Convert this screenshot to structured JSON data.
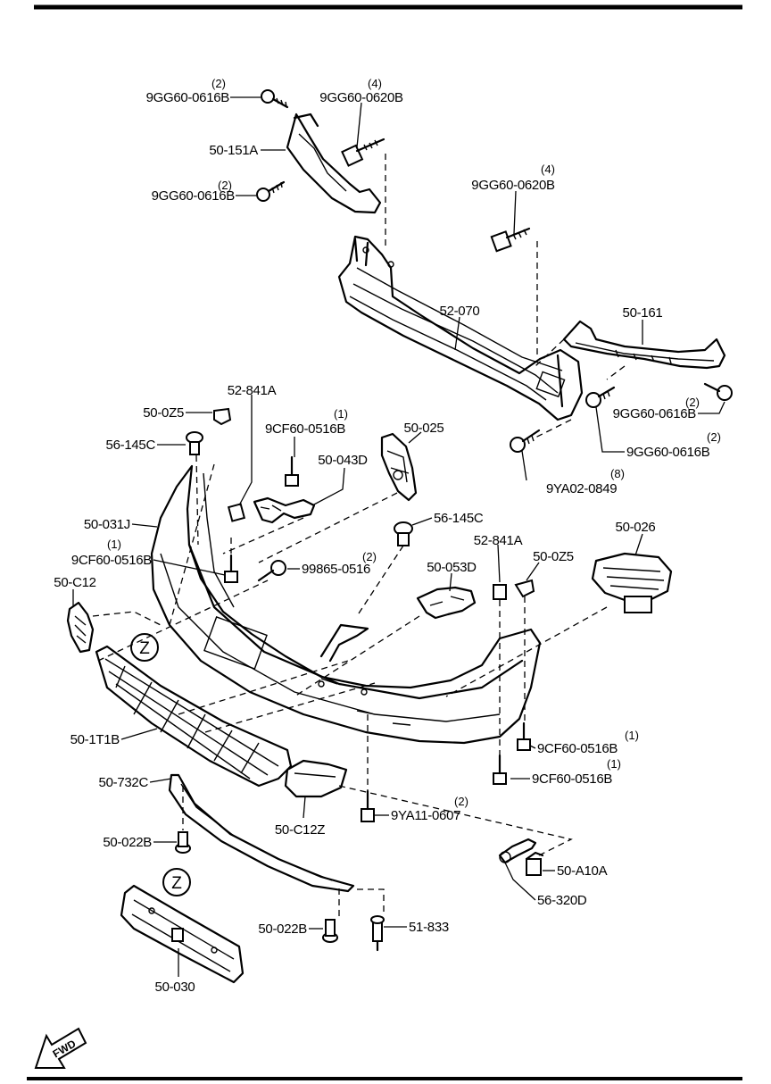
{
  "labels": {
    "p_9GG60_0616B_a": "9GG60-0616B",
    "q_9GG60_0616B_a": "(2)",
    "p_9GG60_0620B_a": "9GG60-0620B",
    "q_9GG60_0620B_a": "(4)",
    "p_50_151A": "50-151A",
    "p_9GG60_0616B_b": "9GG60-0616B",
    "q_9GG60_0616B_b": "(2)",
    "p_9GG60_0620B_b": "9GG60-0620B",
    "q_9GG60_0620B_b": "(4)",
    "p_52_070": "52-070",
    "p_50_161": "50-161",
    "p_9GG60_0616B_c": "9GG60-0616B",
    "q_9GG60_0616B_c": "(2)",
    "p_9GG60_0616B_d": "9GG60-0616B",
    "q_9GG60_0616B_d": "(2)",
    "p_9YA02_0849": "9YA02-0849",
    "q_9YA02_0849": "(8)",
    "p_52_841A_a": "52-841A",
    "p_50_0Z5_a": "50-0Z5",
    "p_9CF60_0516B_a": "9CF60-0516B",
    "q_9CF60_0516B_a": "(1)",
    "p_50_025": "50-025",
    "p_56_145C_a": "56-145C",
    "p_50_043D": "50-043D",
    "p_50_031J": "50-031J",
    "p_56_145C_b": "56-145C",
    "p_50_026": "50-026",
    "p_52_841A_b": "52-841A",
    "p_9CF60_0516B_b": "9CF60-0516B",
    "q_9CF60_0516B_b": "(1)",
    "p_99865_0516": "99865-0516",
    "q_99865_0516": "(2)",
    "p_50_0Z5_b": "50-0Z5",
    "p_50_053D": "50-053D",
    "p_50_C12": "50-C12",
    "p_Z_a": "Z",
    "p_50_1T1B": "50-1T1B",
    "p_9CF60_0516B_c": "9CF60-0516B",
    "q_9CF60_0516B_c": "(1)",
    "p_9CF60_0516B_d": "9CF60-0516B",
    "q_9CF60_0516B_d": "(1)",
    "p_50_732C": "50-732C",
    "p_9YA11_0607": "9YA11-0607",
    "q_9YA11_0607": "(2)",
    "p_50_C12Z": "50-C12Z",
    "p_50_022B_a": "50-022B",
    "p_Z_b": "Z",
    "p_50_A10A": "50-A10A",
    "p_56_320D": "56-320D",
    "p_50_022B_b": "50-022B",
    "p_51_833": "51-833",
    "p_50_030": "50-030",
    "fwd": "FWD"
  }
}
